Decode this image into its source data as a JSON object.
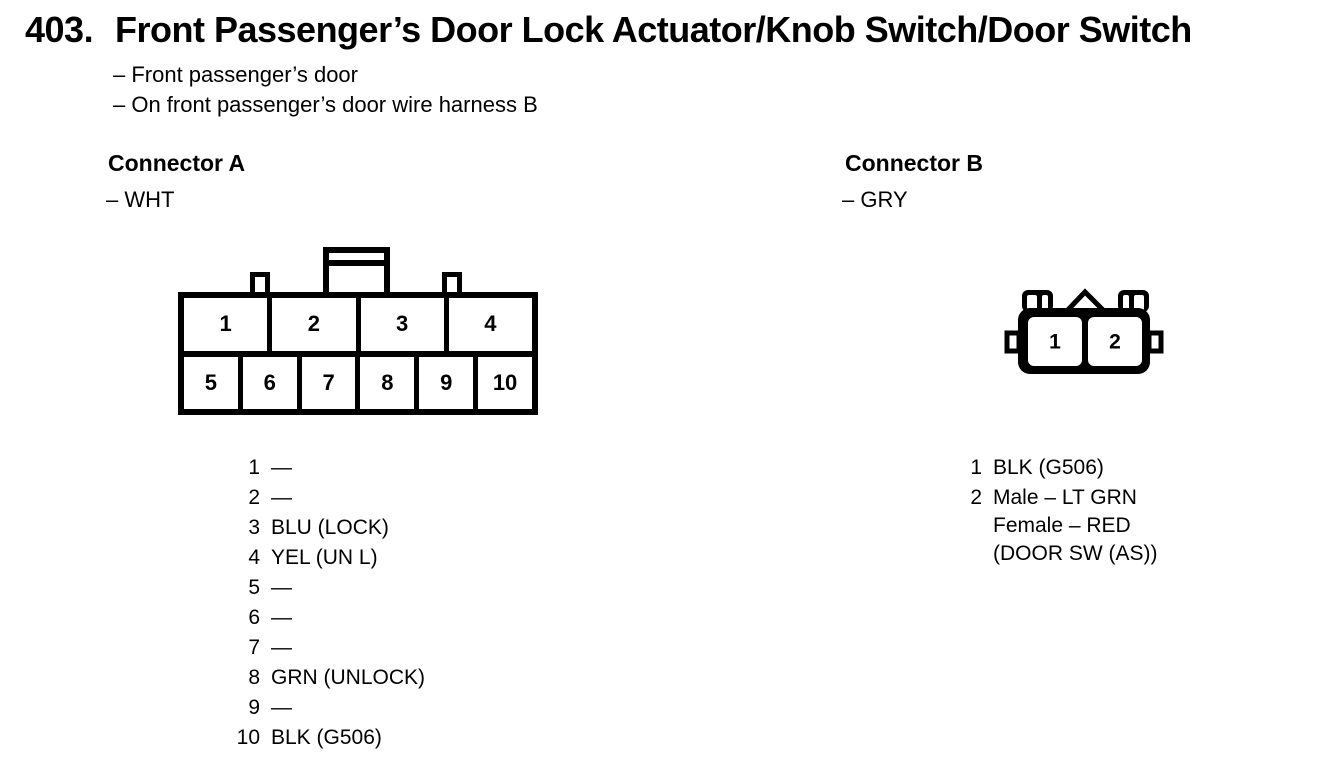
{
  "header": {
    "index": "403.",
    "title": "Front Passenger’s Door Lock Actuator/Knob Switch/Door Switch",
    "notes": [
      "– Front passenger’s door",
      "– On front passenger’s door wire harness B"
    ]
  },
  "connector_a": {
    "heading": "Connector A",
    "color": "– WHT",
    "diagram": {
      "top_row": [
        "1",
        "2",
        "3",
        "4"
      ],
      "bottom_row": [
        "5",
        "6",
        "7",
        "8",
        "9",
        "10"
      ]
    },
    "pinout": [
      {
        "pin": "1",
        "wire": "—"
      },
      {
        "pin": "2",
        "wire": "—"
      },
      {
        "pin": "3",
        "wire": "BLU (LOCK)"
      },
      {
        "pin": "4",
        "wire": "YEL (UN L)"
      },
      {
        "pin": "5",
        "wire": "—"
      },
      {
        "pin": "6",
        "wire": "—"
      },
      {
        "pin": "7",
        "wire": "—"
      },
      {
        "pin": "8",
        "wire": "GRN (UNLOCK)"
      },
      {
        "pin": "9",
        "wire": "—"
      },
      {
        "pin": "10",
        "wire": "BLK (G506)"
      }
    ]
  },
  "connector_b": {
    "heading": "Connector B",
    "color": "– GRY",
    "diagram": {
      "pins": [
        "1",
        "2"
      ]
    },
    "pinout": [
      {
        "pin": "1",
        "lines": [
          "BLK (G506)"
        ]
      },
      {
        "pin": "2",
        "lines": [
          "Male – LT GRN",
          "Female – RED",
          "(DOOR SW (AS))"
        ]
      }
    ]
  },
  "colors": {
    "ink": "#000000",
    "paper": "#ffffff"
  }
}
